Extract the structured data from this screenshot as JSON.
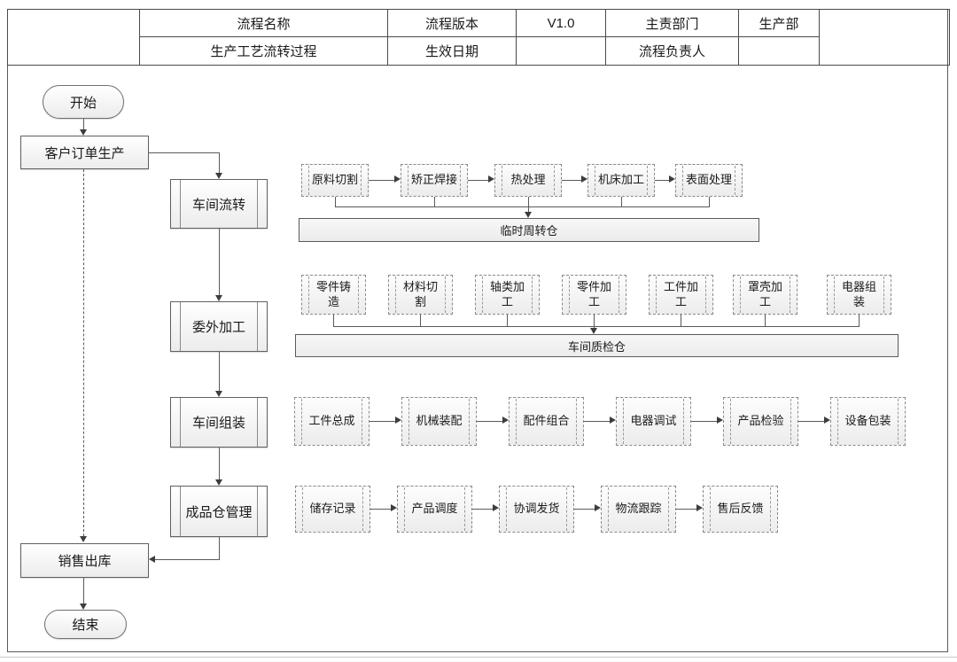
{
  "header": {
    "name_label": "流程名称",
    "name_value": "生产工艺流转过程",
    "version_label": "流程版本",
    "version_value": "V1.0",
    "date_label": "生效日期",
    "date_value": "",
    "dept_label": "主责部门",
    "dept_value": "生产部",
    "owner_label": "流程负责人",
    "owner_value": ""
  },
  "flow": {
    "start_label": "开始",
    "customer_order": "客户订单生产",
    "stage1": "车间流转",
    "stage2": "委外加工",
    "stage3": "车间组装",
    "stage4": "成品仓管理",
    "sales_out": "销售出库",
    "end_label": "结束"
  },
  "workshop_flow": {
    "tasks": [
      "原料切割",
      "矫正焊接",
      "热处理",
      "机床加工",
      "表面处理"
    ],
    "warehouse": "临时周转仓"
  },
  "outsourcing": {
    "tasks": [
      "零件铸造",
      "材料切割",
      "轴类加工",
      "零件加工",
      "工件加工",
      "罩壳加工",
      "电器组装"
    ],
    "warehouse": "车间质检仓"
  },
  "assembly": {
    "tasks": [
      "工件总成",
      "机械装配",
      "配件组合",
      "电器调试",
      "产品检验",
      "设备包装"
    ]
  },
  "finished_goods": {
    "tasks": [
      "储存记录",
      "产品调度",
      "协调发货",
      "物流跟踪",
      "售后反馈"
    ]
  },
  "colors": {
    "line": "#595959",
    "node_border": "#606060",
    "bar_fill": "#f0f0f0"
  }
}
